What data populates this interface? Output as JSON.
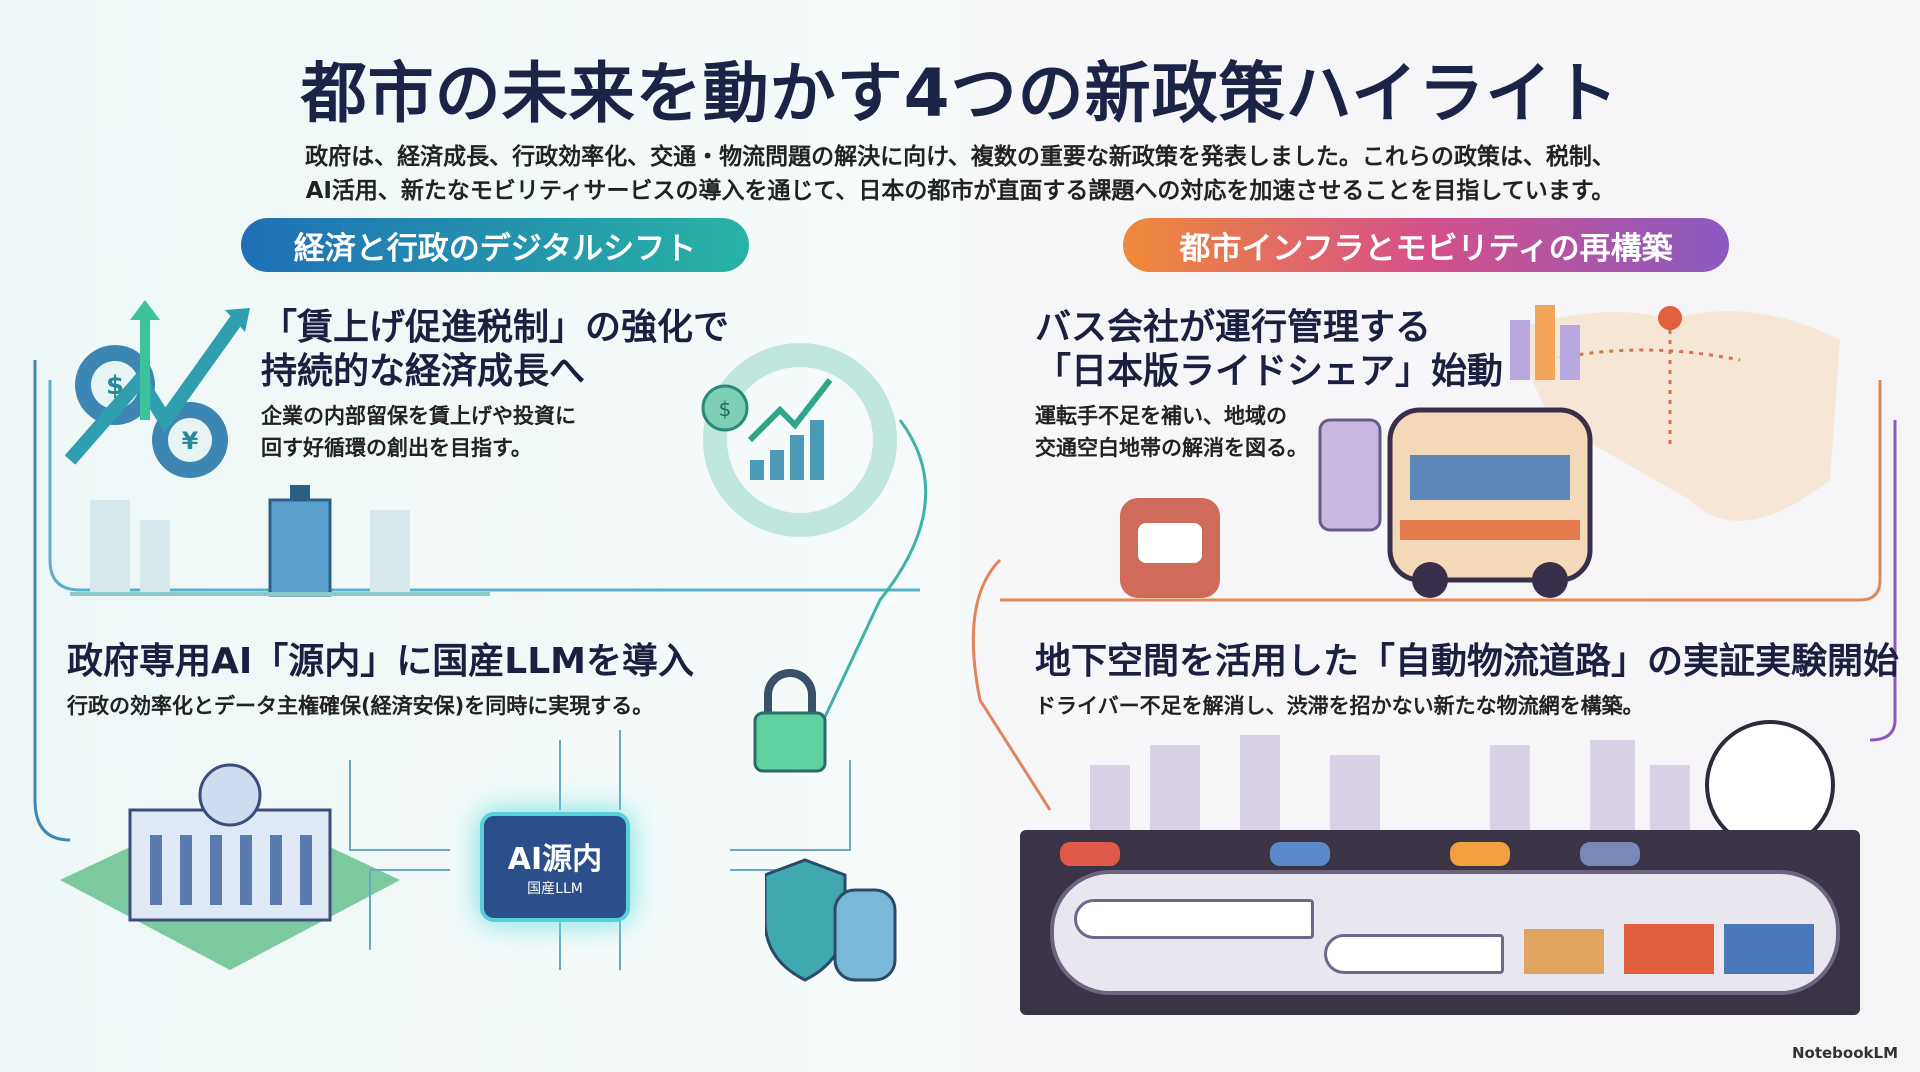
{
  "title": "都市の未来を動かす4つの新政策ハイライト",
  "intro": [
    "政府は、経済成長、行政効率化、交通・物流問題の解決に向け、複数の重要な新政策を発表しました。これらの政策は、税制、",
    "AI活用、新たなモビリティサービスの導入を通じて、日本の都市が直面する課題への対応を加速させることを目指しています。"
  ],
  "sections": {
    "left": {
      "label": "経済と行政のデジタルシフト",
      "color": "#28b3a5"
    },
    "right": {
      "label": "都市インフラとモビリティの再構築",
      "color": "#d4508a"
    }
  },
  "cards": [
    {
      "headline": [
        "「賃上げ促進税制」の強化で",
        "持続的な経済成長へ"
      ],
      "desc": [
        "企業の内部留保を賃上げや投資に",
        "回す好循環の創出を目指す。"
      ]
    },
    {
      "headline": [
        "バス会社が運行管理する",
        "「日本版ライドシェア」始動"
      ],
      "desc": [
        "運転手不足を補い、地域の",
        "交通空白地帯の解消を図る。"
      ]
    },
    {
      "headline": [
        "政府専用AI「源内」に国産LLMを導入"
      ],
      "desc": [
        "行政の効率化とデータ主権確保(経済安保)を同時に実現する。"
      ]
    },
    {
      "headline": [
        "地下空間を活用した「自動物流道路」の実証実験開始"
      ],
      "desc": [
        "ドライバー不足を解消し、渋滞を招かない新たな物流網を構築。"
      ]
    }
  ],
  "chip": {
    "title": "AI源内",
    "subtitle": "国産LLM"
  },
  "footer": "NotebookLM"
}
